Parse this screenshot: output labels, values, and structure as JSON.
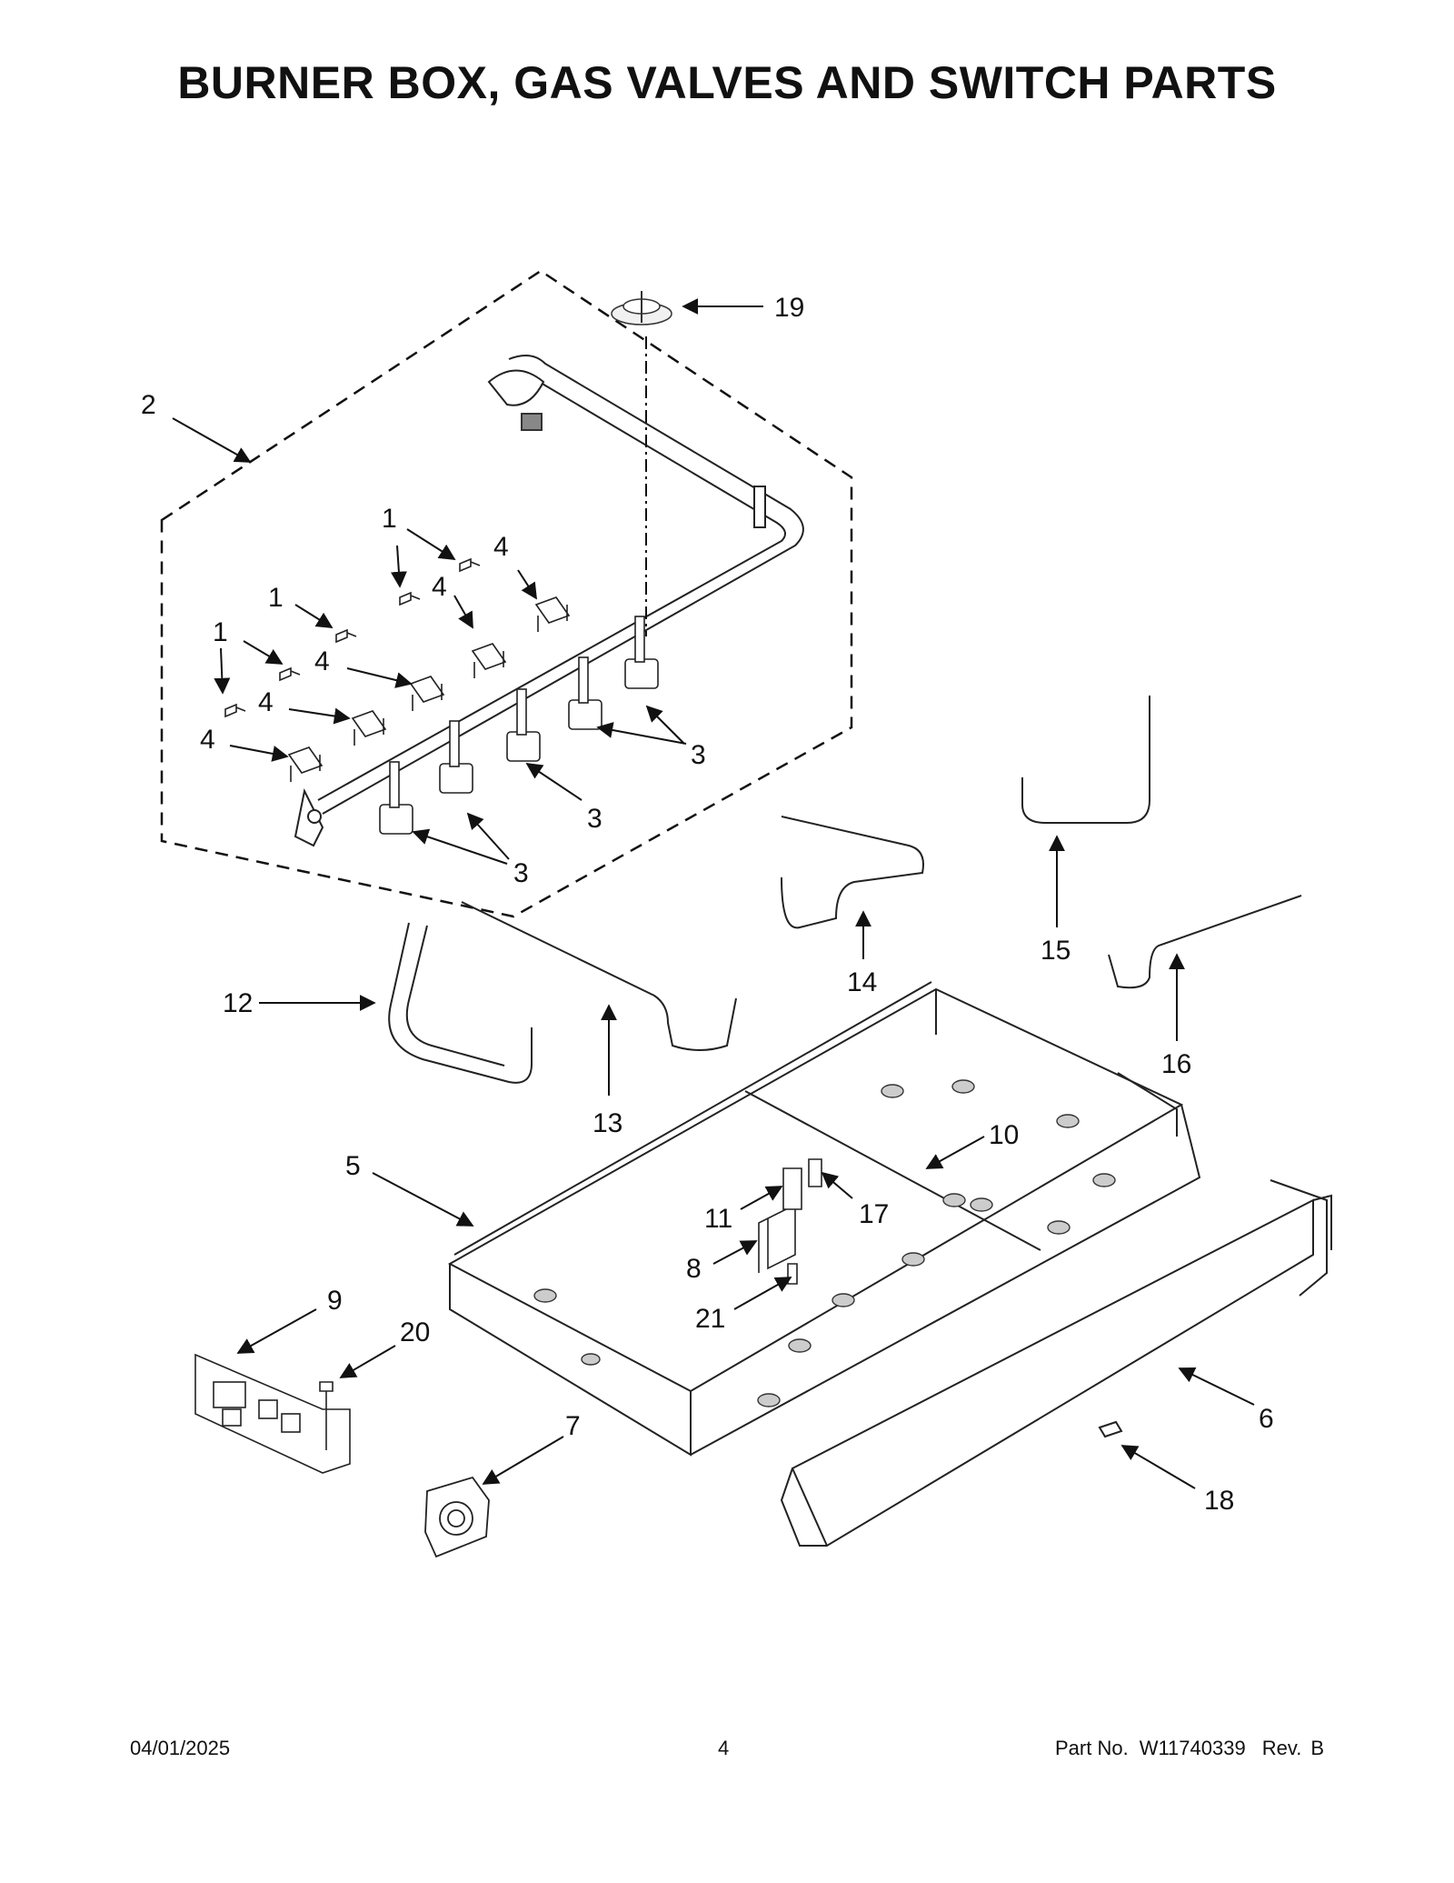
{
  "page": {
    "title": "BURNER BOX, GAS VALVES AND SWITCH PARTS"
  },
  "callouts": [
    "1",
    "2",
    "3",
    "4",
    "5",
    "6",
    "7",
    "8",
    "9",
    "10",
    "11",
    "12",
    "13",
    "14",
    "15",
    "16",
    "17",
    "18",
    "19",
    "20",
    "21"
  ],
  "footer": {
    "date": "04/01/2025",
    "page_number": "4",
    "part_no_label": "Part No.",
    "part_no": "W11740339",
    "rev_label": "Rev.",
    "rev": "B"
  }
}
